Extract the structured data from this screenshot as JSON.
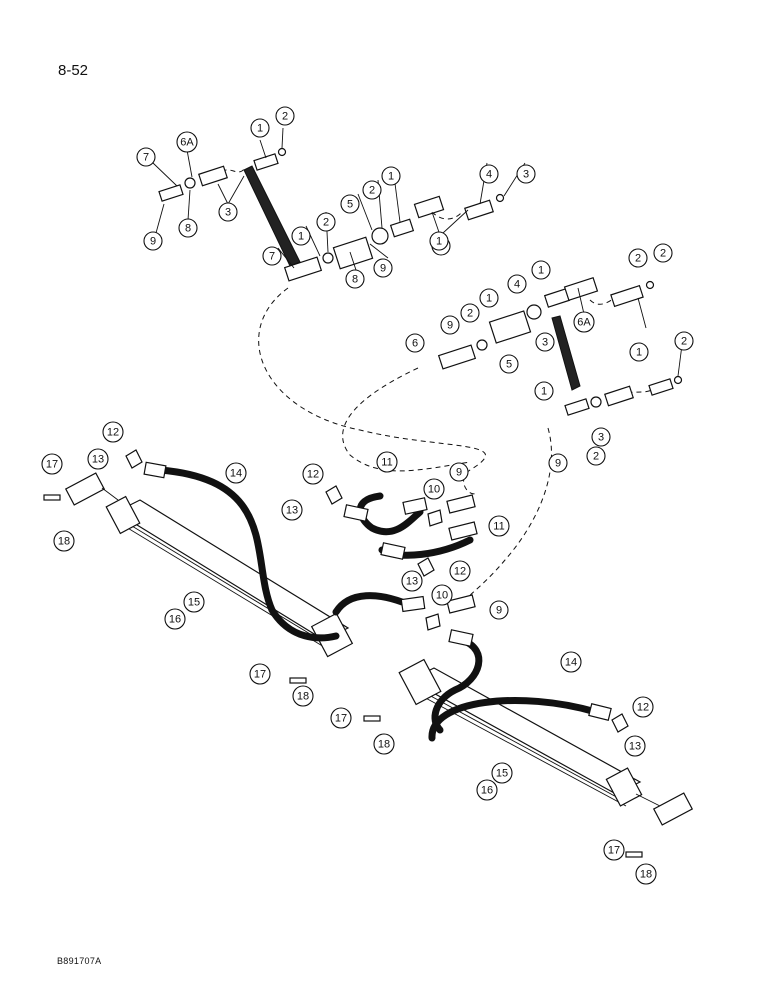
{
  "page_number": "8-52",
  "figure_code": "B891707A",
  "callouts": [
    {
      "id": "c1",
      "label": "7"
    },
    {
      "id": "c2",
      "label": "6A"
    },
    {
      "id": "c3",
      "label": "1"
    },
    {
      "id": "c4",
      "label": "2"
    },
    {
      "id": "c5",
      "label": "3"
    },
    {
      "id": "c6",
      "label": "9"
    },
    {
      "id": "c7",
      "label": "8"
    },
    {
      "id": "c8",
      "label": "1"
    },
    {
      "id": "c9",
      "label": "2"
    },
    {
      "id": "c10",
      "label": "5"
    },
    {
      "id": "c11",
      "label": "2"
    },
    {
      "id": "c12",
      "label": "1"
    },
    {
      "id": "c13",
      "label": "7"
    },
    {
      "id": "c14",
      "label": "8"
    },
    {
      "id": "c15",
      "label": "9"
    },
    {
      "id": "c16",
      "label": "6"
    },
    {
      "id": "c17",
      "label": "4"
    },
    {
      "id": "c18",
      "label": "3"
    },
    {
      "id": "c19",
      "label": "1"
    },
    {
      "id": "c20",
      "label": "2"
    },
    {
      "id": "c21",
      "label": "2"
    },
    {
      "id": "c22",
      "label": "1"
    },
    {
      "id": "c23",
      "label": "4"
    },
    {
      "id": "c24",
      "label": "1"
    },
    {
      "id": "c25",
      "label": "2"
    },
    {
      "id": "c26",
      "label": "9"
    },
    {
      "id": "c27",
      "label": "6"
    },
    {
      "id": "c28",
      "label": "5"
    },
    {
      "id": "c29",
      "label": "3"
    },
    {
      "id": "c30",
      "label": "6A"
    },
    {
      "id": "c31",
      "label": "1"
    },
    {
      "id": "c32",
      "label": "2"
    },
    {
      "id": "c33",
      "label": "1"
    },
    {
      "id": "c34",
      "label": "3"
    },
    {
      "id": "c35",
      "label": "9"
    },
    {
      "id": "c36",
      "label": "2"
    },
    {
      "id": "c37",
      "label": "12"
    },
    {
      "id": "c38",
      "label": "17"
    },
    {
      "id": "c39",
      "label": "13"
    },
    {
      "id": "c40",
      "label": "14"
    },
    {
      "id": "c41",
      "label": "18"
    },
    {
      "id": "c42",
      "label": "12"
    },
    {
      "id": "c43",
      "label": "11"
    },
    {
      "id": "c44",
      "label": "13"
    },
    {
      "id": "c45",
      "label": "10"
    },
    {
      "id": "c46",
      "label": "9"
    },
    {
      "id": "c47",
      "label": "11"
    },
    {
      "id": "c48",
      "label": "15"
    },
    {
      "id": "c49",
      "label": "16"
    },
    {
      "id": "c50",
      "label": "13"
    },
    {
      "id": "c51",
      "label": "12"
    },
    {
      "id": "c52",
      "label": "10"
    },
    {
      "id": "c53",
      "label": "9"
    },
    {
      "id": "c54",
      "label": "17"
    },
    {
      "id": "c55",
      "label": "18"
    },
    {
      "id": "c56",
      "label": "17"
    },
    {
      "id": "c57",
      "label": "14"
    },
    {
      "id": "c58",
      "label": "12"
    },
    {
      "id": "c59",
      "label": "13"
    },
    {
      "id": "c60",
      "label": "18"
    },
    {
      "id": "c61",
      "label": "15"
    },
    {
      "id": "c62",
      "label": "16"
    },
    {
      "id": "c63",
      "label": "17"
    },
    {
      "id": "c64",
      "label": "18"
    }
  ]
}
